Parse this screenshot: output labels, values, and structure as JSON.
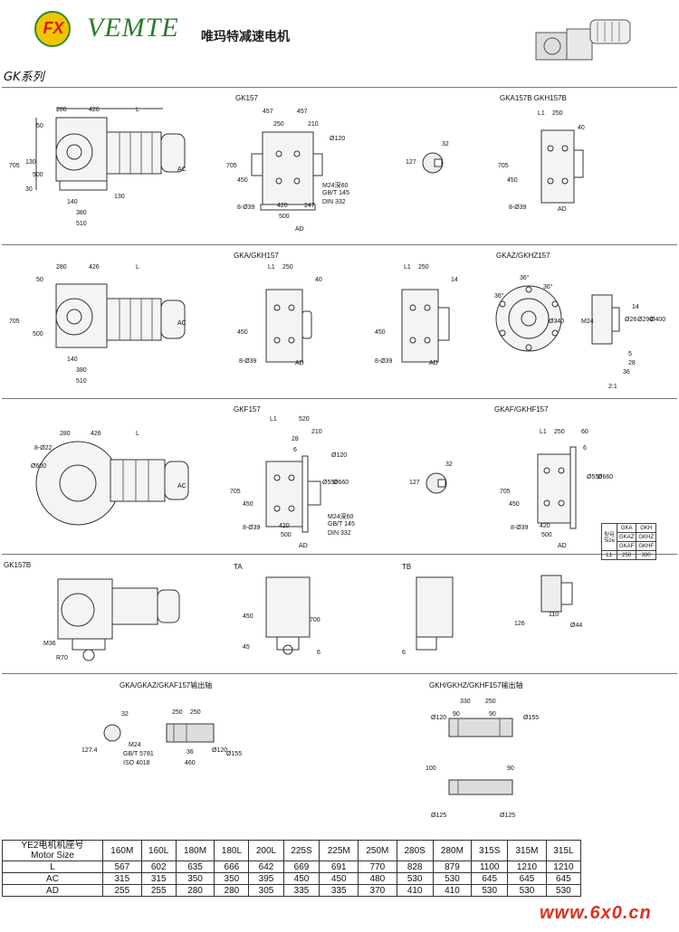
{
  "header": {
    "logo_mark": "FX",
    "brand": "VEMTE",
    "company": "唯玛特减速电机",
    "series": "GK系列"
  },
  "panels": {
    "gk157": "GK157",
    "gka157b": "GKA157B GKH157B",
    "gka_gkh157": "GKA/GKH157",
    "gkaz157": "GKAZ/GKHZ157",
    "gkf157": "GKF157",
    "gkaf157": "GKAF/GKHF157",
    "gk157b": "GK157B",
    "ta": "TA",
    "tb": "TB",
    "output_shaft_a": "GKA/GKAZ/GKAF157输出轴",
    "output_shaft_h": "GKH/GKHZ/GKHF157输出轴"
  },
  "dims": {
    "d280": "280",
    "d426": "426",
    "dL": "L",
    "d50": "50",
    "d705": "705",
    "d130": "130",
    "d500": "500",
    "d30": "30",
    "d140": "140",
    "d380": "380",
    "d510": "510",
    "dAC": "AC",
    "dAD": "AD",
    "d457": "457",
    "d250": "250",
    "d210": "210",
    "d120": "Ø120",
    "d450": "450",
    "d8039": "8-Ø39",
    "d420": "420",
    "d247": "247",
    "m24": "M24深60",
    "gbt145": "GB/T 145",
    "din332": "DIN 332",
    "d32": "32",
    "d127": "127",
    "dL1": "L1",
    "d40": "40",
    "d14": "14",
    "d36": "36°",
    "d340": "Ø340",
    "d26": "Ø26",
    "d290": "Ø290",
    "d400": "Ø400",
    "m24b": "M24",
    "d5": "5",
    "d28": "28",
    "d36b": "36",
    "ratio": "2:1",
    "d8022": "8-Ø22",
    "d600": "Ø600",
    "d520": "520",
    "d28b": "28",
    "d6": "6",
    "d550": "Ø550",
    "d660": "Ø660",
    "d60": "60",
    "m36": "M36",
    "r70": "R70",
    "d700": "700",
    "d45": "45",
    "d110": "110",
    "d126": "126",
    "d44": "Ø44",
    "gbt5781": "GB/T 5781",
    "iso4018": "ISO 4018",
    "d1274": "127.4",
    "d460": "460",
    "d155": "Ø155",
    "d330": "330",
    "d90": "90",
    "d100": "100",
    "d125": "Ø125"
  },
  "l1_table": {
    "col_header_top": "型号",
    "col_header_bottom": "Size",
    "row_a": [
      "GKA",
      "GKAZ",
      "GKAF"
    ],
    "row_h": [
      "GKH",
      "GKHZ",
      "GKHF"
    ],
    "l1_label": "L1",
    "l1_values": [
      "250",
      "330"
    ]
  },
  "spec_table": {
    "header_line1": "YE2电机机座号",
    "header_line2": "Motor Size",
    "motor_sizes": [
      "160M",
      "160L",
      "180M",
      "180L",
      "200L",
      "225S",
      "225M",
      "250M",
      "280S",
      "280M",
      "315S",
      "315M",
      "315L"
    ],
    "rows": [
      {
        "label": "L",
        "values": [
          "567",
          "602",
          "635",
          "666",
          "642",
          "669",
          "691",
          "770",
          "828",
          "879",
          "1100",
          "1210",
          "1210"
        ]
      },
      {
        "label": "AC",
        "values": [
          "315",
          "315",
          "350",
          "350",
          "395",
          "450",
          "450",
          "480",
          "530",
          "530",
          "645",
          "645",
          "645"
        ]
      },
      {
        "label": "AD",
        "values": [
          "255",
          "255",
          "280",
          "280",
          "305",
          "335",
          "335",
          "370",
          "410",
          "410",
          "530",
          "530",
          "530"
        ]
      }
    ]
  },
  "watermark": "www.6x0.cn",
  "colors": {
    "logo_red": "#d42020",
    "logo_green": "#2e8b2e",
    "brand_green": "#2a7a2a",
    "watermark_red": "#e0301e"
  }
}
